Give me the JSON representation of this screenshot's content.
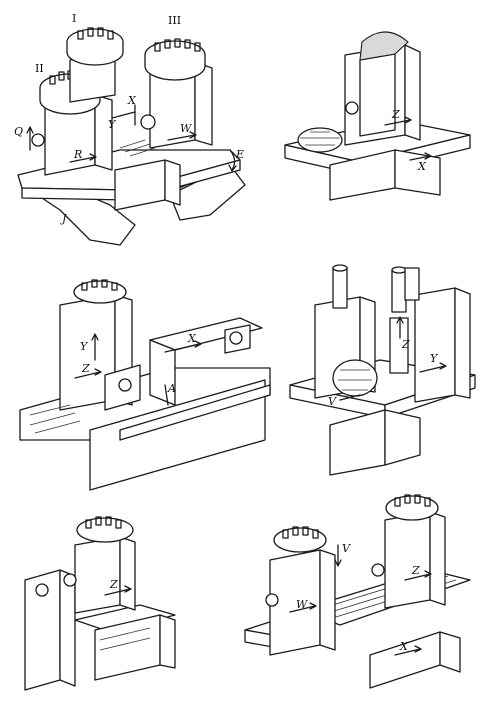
{
  "figure": {
    "panels": [
      {
        "id": "a",
        "labels": {
          "t1": "I",
          "t2": "II",
          "t3": "III",
          "q": "Q",
          "r": "R",
          "w": "W",
          "x": "X",
          "y": "Y",
          "e": "E",
          "j": "J"
        }
      },
      {
        "id": "b",
        "labels": {
          "z": "Z",
          "x": "X"
        }
      },
      {
        "id": "c",
        "labels": {
          "y": "Y",
          "z": "Z",
          "x": "X",
          "a": "A"
        }
      },
      {
        "id": "d",
        "labels": {
          "z": "Z",
          "v": "V",
          "y": "Y"
        }
      },
      {
        "id": "e",
        "labels": {
          "z": "Z"
        }
      },
      {
        "id": "f",
        "labels": {
          "v": "V",
          "w": "W",
          "z": "Z",
          "x": "X"
        }
      }
    ]
  }
}
